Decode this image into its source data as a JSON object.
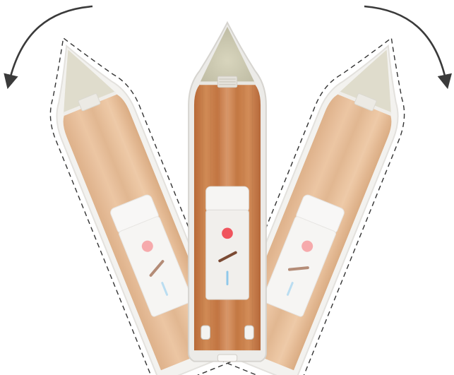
{
  "diagram": {
    "boats": [
      {
        "id": "left",
        "role": "rotated-left-ghost",
        "rotation_deg": -22,
        "opacity": 0.55
      },
      {
        "id": "center",
        "role": "current-position",
        "rotation_deg": 0,
        "opacity": 1
      },
      {
        "id": "right",
        "role": "rotated-right-ghost",
        "rotation_deg": 22,
        "opacity": 0.55
      }
    ],
    "arrows": [
      {
        "id": "left",
        "direction": "counterclockwise"
      },
      {
        "id": "right",
        "direction": "clockwise"
      }
    ],
    "colors": {
      "deck_wood": "#c87f4c",
      "deck_wood_light": "#e3b286",
      "bow_canvas": "#c9c6ad",
      "cabin": "#f4f2f0",
      "light_red": "#f0545d",
      "tiller": "#7b4a33",
      "blue_mark": "#8fc8ea",
      "arrow": "#3a3a3a",
      "outline_dash": "#333333"
    }
  }
}
